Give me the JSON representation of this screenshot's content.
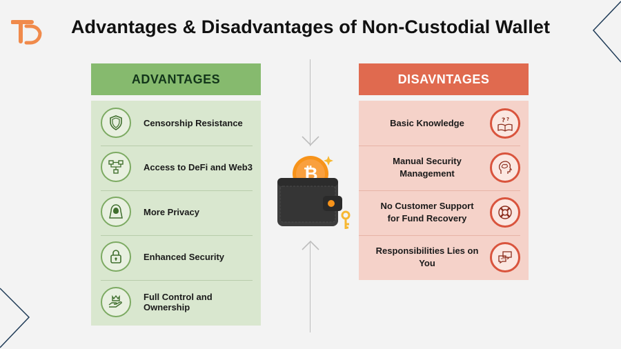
{
  "title": "Advantages & Disadvantages of Non-Custodial Wallet",
  "advantages": {
    "heading": "ADVANTAGES",
    "items": [
      {
        "label": "Censorship Resistance",
        "icon": "shield-icon"
      },
      {
        "label": "Access to DeFi and Web3",
        "icon": "network-nodes-icon"
      },
      {
        "label": "More Privacy",
        "icon": "hooded-figure-icon"
      },
      {
        "label": "Enhanced Security",
        "icon": "padlock-icon"
      },
      {
        "label": "Full Control and Ownership",
        "icon": "crown-hand-icon"
      }
    ]
  },
  "disadvantages": {
    "heading": "DISAVNTAGES",
    "items": [
      {
        "label": "Basic Knowledge",
        "icon": "book-question-icon"
      },
      {
        "label": "Manual Security Management",
        "icon": "brain-head-icon"
      },
      {
        "label": "No Customer Support for Fund Recovery",
        "icon": "lifebuoy-icon"
      },
      {
        "label": "Responsibilities Lies on You",
        "icon": "chat-bubbles-icon"
      }
    ]
  },
  "center": {
    "icon": "bitcoin-wallet-icon"
  },
  "colors": {
    "advantages_header": "#86ba6e",
    "advantages_panel": "#d9e7cf",
    "disadvantages_header": "#e06a4f",
    "disadvantages_panel": "#f5d2c9",
    "logo": "#f08a4b",
    "bitcoin": "#f7931a"
  }
}
